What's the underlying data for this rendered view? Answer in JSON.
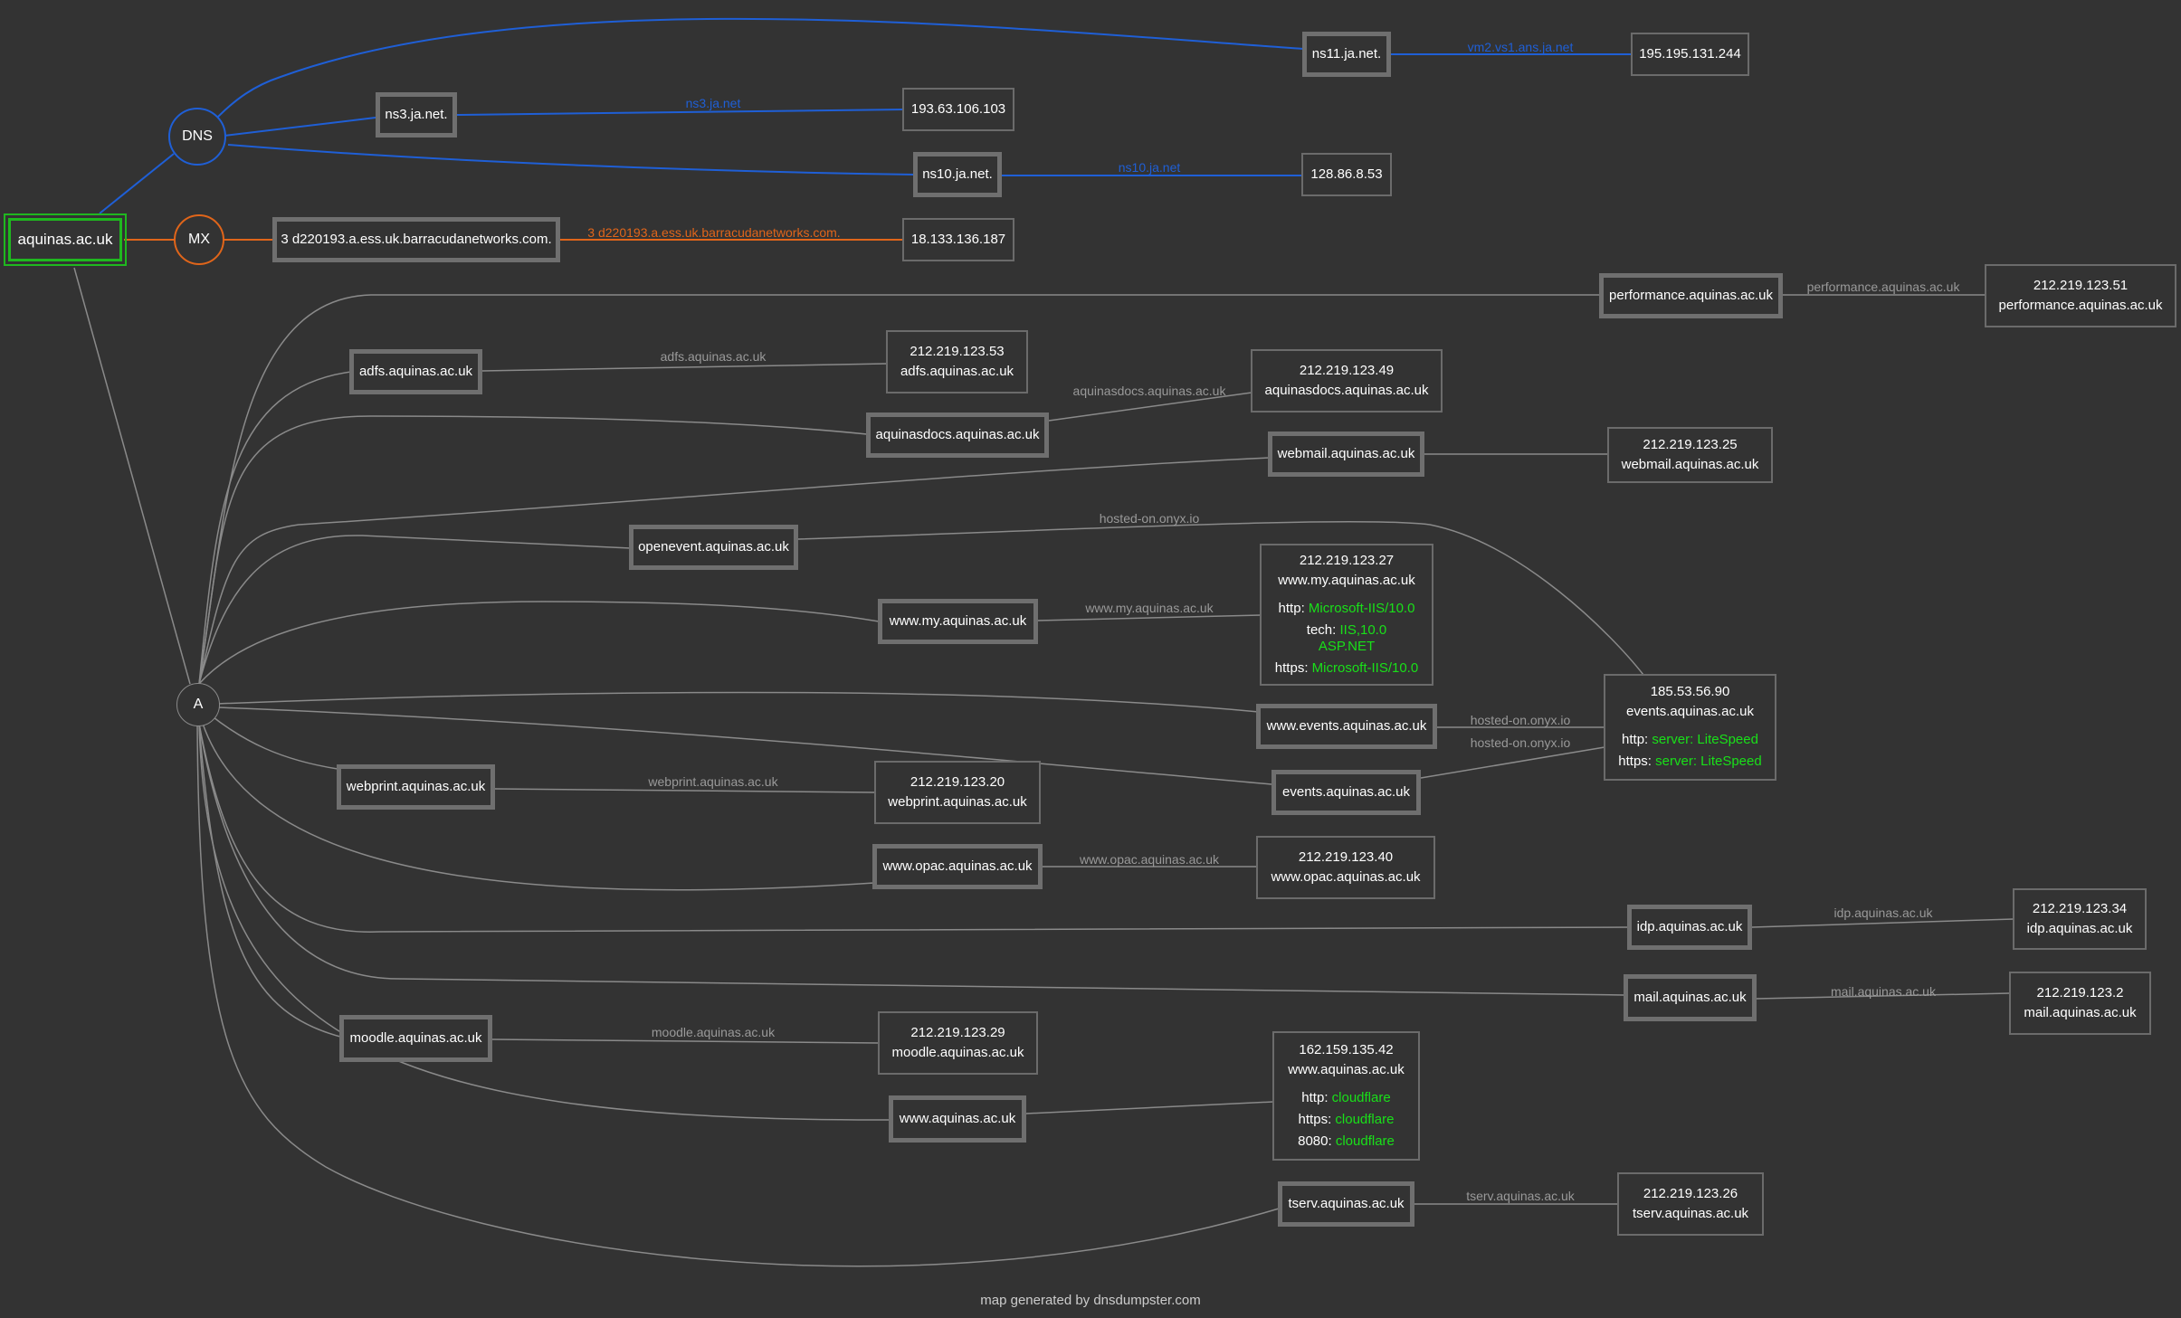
{
  "footer": "map generated by dnsdumpster.com",
  "colors": {
    "background": "#333333",
    "dns": "#1f5fd6",
    "mx": "#e0651a",
    "a": "#8a8a8a",
    "root": "#1fb81f",
    "service": "#19e019"
  },
  "root": "aquinas.ac.uk",
  "hubs": {
    "dns": "DNS",
    "mx": "MX",
    "a": "A"
  },
  "hosts": {
    "ns11": "ns11.ja.net.",
    "ns3": "ns3.ja.net.",
    "ns10": "ns10.ja.net.",
    "mx": "3 d220193.a.ess.uk.barracudanetworks.com.",
    "performance": "performance.aquinas.ac.uk",
    "adfs": "adfs.aquinas.ac.uk",
    "aquinasdocs": "aquinasdocs.aquinas.ac.uk",
    "webmail": "webmail.aquinas.ac.uk",
    "openevent": "openevent.aquinas.ac.uk",
    "wwwmy": "www.my.aquinas.ac.uk",
    "wwwevents": "www.events.aquinas.ac.uk",
    "events": "events.aquinas.ac.uk",
    "webprint": "webprint.aquinas.ac.uk",
    "wwwopac": "www.opac.aquinas.ac.uk",
    "idp": "idp.aquinas.ac.uk",
    "mail": "mail.aquinas.ac.uk",
    "moodle": "moodle.aquinas.ac.uk",
    "www": "www.aquinas.ac.uk",
    "tserv": "tserv.aquinas.ac.uk"
  },
  "ips": {
    "ns11": {
      "ip": "195.195.131.244"
    },
    "ns3": {
      "ip": "193.63.106.103"
    },
    "ns10": {
      "ip": "128.86.8.53"
    },
    "mx": {
      "ip": "18.133.136.187"
    },
    "performance": {
      "ip": "212.219.123.51",
      "name": "performance.aquinas.ac.uk"
    },
    "adfs": {
      "ip": "212.219.123.53",
      "name": "adfs.aquinas.ac.uk"
    },
    "aquinasdocs": {
      "ip": "212.219.123.49",
      "name": "aquinasdocs.aquinas.ac.uk"
    },
    "webmail": {
      "ip": "212.219.123.25",
      "name": "webmail.aquinas.ac.uk"
    },
    "wwwmy": {
      "ip": "212.219.123.27",
      "name": "www.my.aquinas.ac.uk",
      "services": [
        {
          "label": "http: ",
          "value": "Microsoft-IIS/10.0"
        },
        {
          "label": "tech: ",
          "value": "IIS,10.0",
          "value2": "ASP.NET"
        },
        {
          "label": "https: ",
          "value": "Microsoft-IIS/10.0"
        }
      ]
    },
    "events": {
      "ip": "185.53.56.90",
      "name": "events.aquinas.ac.uk",
      "services": [
        {
          "label": "http: ",
          "value": "server: LiteSpeed"
        },
        {
          "label": "https: ",
          "value": "server: LiteSpeed"
        }
      ]
    },
    "webprint": {
      "ip": "212.219.123.20",
      "name": "webprint.aquinas.ac.uk"
    },
    "wwwopac": {
      "ip": "212.219.123.40",
      "name": "www.opac.aquinas.ac.uk"
    },
    "idp": {
      "ip": "212.219.123.34",
      "name": "idp.aquinas.ac.uk"
    },
    "mail": {
      "ip": "212.219.123.2",
      "name": "mail.aquinas.ac.uk"
    },
    "moodle": {
      "ip": "212.219.123.29",
      "name": "moodle.aquinas.ac.uk"
    },
    "www": {
      "ip": "162.159.135.42",
      "name": "www.aquinas.ac.uk",
      "services": [
        {
          "label": "http: ",
          "value": "cloudflare"
        },
        {
          "label": "https: ",
          "value": "cloudflare"
        },
        {
          "label": "8080: ",
          "value": "cloudflare"
        }
      ]
    },
    "tserv": {
      "ip": "212.219.123.26",
      "name": "tserv.aquinas.ac.uk"
    }
  },
  "edge_labels": {
    "ns11": "vm2.vs1.ans.ja.net",
    "ns3": "ns3.ja.net",
    "ns10": "ns10.ja.net",
    "mx": "3 d220193.a.ess.uk.barracudanetworks.com.",
    "performance": "performance.aquinas.ac.uk",
    "adfs": "adfs.aquinas.ac.uk",
    "aquinasdocs": "aquinasdocs.aquinas.ac.uk",
    "openevent": "hosted-on.onyx.io",
    "wwwmy": "www.my.aquinas.ac.uk",
    "wwwevents": "hosted-on.onyx.io",
    "events": "hosted-on.onyx.io",
    "webprint": "webprint.aquinas.ac.uk",
    "wwwopac": "www.opac.aquinas.ac.uk",
    "idp": "idp.aquinas.ac.uk",
    "mail": "mail.aquinas.ac.uk",
    "moodle": "moodle.aquinas.ac.uk",
    "tserv": "tserv.aquinas.ac.uk"
  }
}
